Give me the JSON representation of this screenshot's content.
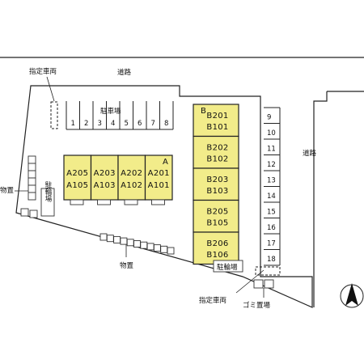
{
  "colors": {
    "building": "#f2ec8a",
    "outline": "#222222",
    "background": "#ffffff"
  },
  "labels": {
    "road_top": "道路",
    "road_right": "道路",
    "designated_vehicle_top": "指定車両",
    "designated_vehicle_bottom": "指定車両",
    "parking_top": "駐車場",
    "storage_left": "物置",
    "bicycle_left": "駐輪場",
    "storage_bottom": "物置",
    "bicycle_bottom": "駐輪場",
    "garbage": "ゴミ置場"
  },
  "parking_top_numbers": [
    "1",
    "2",
    "3",
    "4",
    "5",
    "6",
    "7",
    "8"
  ],
  "parking_right_numbers": [
    "9",
    "10",
    "11",
    "12",
    "13",
    "14",
    "15",
    "16",
    "17",
    "18"
  ],
  "building_a": {
    "label": "A",
    "units": [
      {
        "upper": "A205",
        "lower": "A105"
      },
      {
        "upper": "A203",
        "lower": "A103"
      },
      {
        "upper": "A202",
        "lower": "A102"
      },
      {
        "upper": "A201",
        "lower": "A101"
      }
    ]
  },
  "building_b": {
    "label": "B",
    "units": [
      {
        "upper": "B201",
        "lower": "B101"
      },
      {
        "upper": "B202",
        "lower": "B102"
      },
      {
        "upper": "B203",
        "lower": "B103"
      },
      {
        "upper": "B205",
        "lower": "B105"
      },
      {
        "upper": "B206",
        "lower": "B106"
      }
    ]
  },
  "compass": "north-arrow-icon"
}
